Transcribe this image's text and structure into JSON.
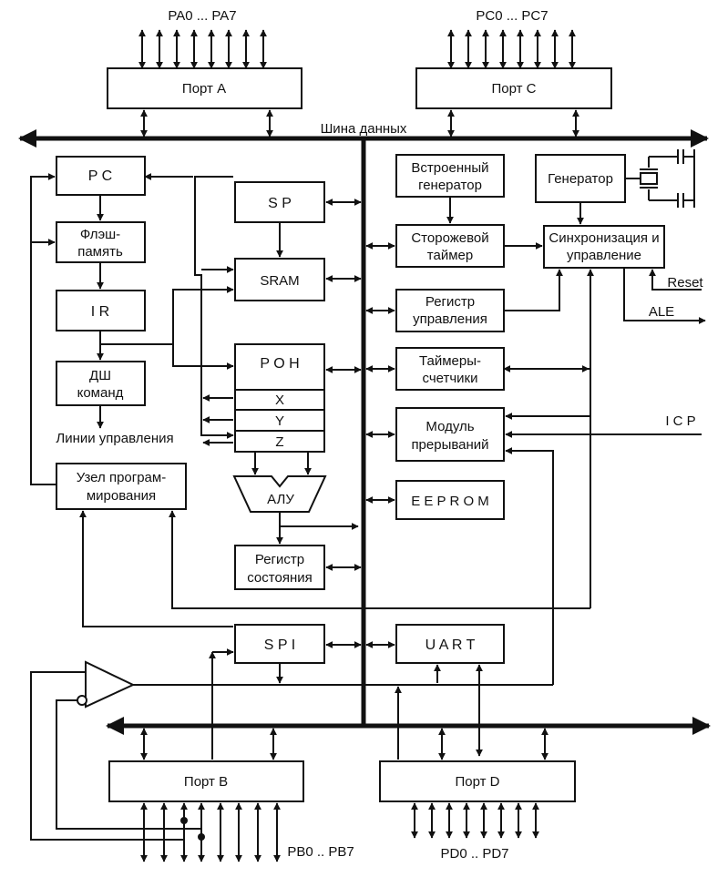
{
  "ports": {
    "a": {
      "pins": "PA0 ... PA7",
      "name": "Порт A"
    },
    "c": {
      "pins": "PC0 ... PC7",
      "name": "Порт C"
    },
    "b": {
      "pins": "PB0 .. PB7",
      "name": "Порт B"
    },
    "d": {
      "pins": "PD0 .. PD7",
      "name": "Порт D"
    }
  },
  "bus_label": "Шина данных",
  "blocks": {
    "pc": "P C",
    "flash_1": "Флэш-",
    "flash_2": "память",
    "ir": "I R",
    "decoder_1": "ДШ",
    "decoder_2": "команд",
    "control_lines": "Линии управления",
    "programming_1": "Узел програм-",
    "programming_2": "мирования",
    "sp": "S P",
    "sram": "SRAM",
    "gpr": "P O H",
    "reg_x": "X",
    "reg_y": "Y",
    "reg_z": "Z",
    "alu": "АЛУ",
    "status_1": "Регистр",
    "status_2": "состояния",
    "spi": "S P I",
    "osc_int_1": "Встроенный",
    "osc_int_2": "генератор",
    "watchdog_1": "Сторожевой",
    "watchdog_2": "таймер",
    "control_reg_1": "Регистр",
    "control_reg_2": "управления",
    "timers_1": "Таймеры-",
    "timers_2": "счетчики",
    "interrupt_1": "Модуль",
    "interrupt_2": "прерываний",
    "eeprom": "E E P R O M",
    "uart": "U A R T",
    "generator": "Генератор",
    "sync_1": "Синхронизация и",
    "sync_2": "управление"
  },
  "signals": {
    "reset": "Reset",
    "ale": "ALE",
    "icp": "I C P"
  }
}
